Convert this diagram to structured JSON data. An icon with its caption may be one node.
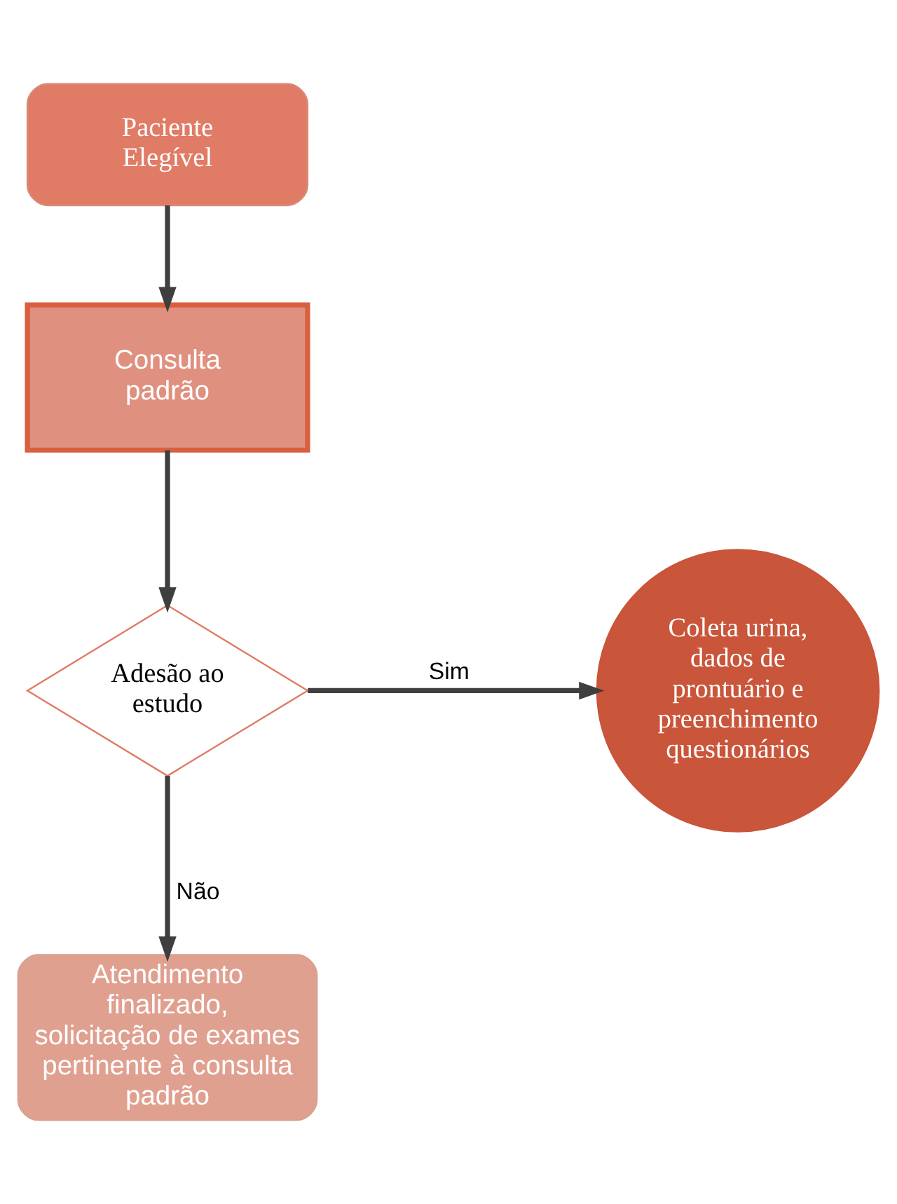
{
  "diagram": {
    "nodes": [
      {
        "text": [
          "Paciente Elegível"
        ]
      },
      {
        "text": [
          "Consulta padrão"
        ]
      },
      {
        "text": [
          "Adesão ao estudo"
        ]
      },
      {
        "text": [
          "Coleta urina, dados de prontuário e preenchimento questionários"
        ]
      },
      {
        "text": [
          "Atendimento finalizado, solicitação de exames pertinente à consulta padrão"
        ]
      }
    ],
    "edges": [
      {
        "from": 0,
        "to": 1,
        "arrow": "to"
      },
      {
        "from": 1,
        "to": 2,
        "arrow": "to"
      },
      {
        "from": 2,
        "to": 3,
        "arrow": "to",
        "label": "Sim"
      },
      {
        "from": 2,
        "to": 4,
        "arrow": "to",
        "label": "Não"
      }
    ]
  }
}
